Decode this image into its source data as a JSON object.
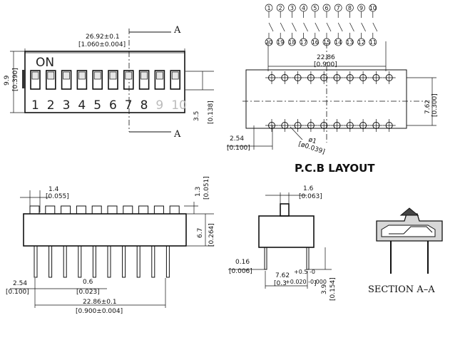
{
  "top_view": {
    "length_mm": "26.92±0.1",
    "length_in": "[1.060±0.004]",
    "height_mm": "9.9",
    "height_in": "[0.390]",
    "actuator_mm": "3.5",
    "actuator_in": "[0.138]",
    "on_label": "ON",
    "section_marker": "A",
    "switch_numbers": [
      "1",
      "2",
      "3",
      "4",
      "5",
      "6",
      "7",
      "8",
      "9",
      "10"
    ]
  },
  "schematic": {
    "pin_numbers": [
      "1",
      "2",
      "3",
      "4",
      "5",
      "6",
      "7",
      "8",
      "9",
      "10"
    ]
  },
  "pcb_layout": {
    "title": "P.C.B  LAYOUT",
    "width_mm": "22.86",
    "width_in": "[0.900]",
    "row_spacing_mm": "7.62",
    "row_spacing_in": "[0.300]",
    "pitch_mm": "2.54",
    "pitch_in": "[0.100]",
    "hole_mm": "ø1",
    "hole_in": "[ø0.039]"
  },
  "side_view": {
    "actuator_w_mm": "1.4",
    "actuator_w_in": "[0.055]",
    "actuator_h_mm": "1.3",
    "actuator_h_in": "[0.051]",
    "body_h_mm": "6.7",
    "body_h_in": "[0.264]",
    "pitch_mm": "2.54",
    "pitch_in": "[0.100]",
    "pin_w_mm": "0.6",
    "pin_w_in": "[0.023]",
    "span_mm": "22.86±0.1",
    "span_in": "[0.900±0.004]"
  },
  "end_view": {
    "actuator_w_mm": "1.6",
    "actuator_w_in": "[0.063]",
    "pin_t_mm": "0.16",
    "pin_t_in": "[0.006]",
    "row_mm": "7.62",
    "row_mm_tol": "+0.5 -0",
    "row_in": "[0.3",
    "row_in_tol": "+0.020 -0.000",
    "row_in_close": "]",
    "pin_len_mm": "3.9",
    "pin_len_in": "[0.154]"
  },
  "section": {
    "label": "SECTION  A–A"
  }
}
